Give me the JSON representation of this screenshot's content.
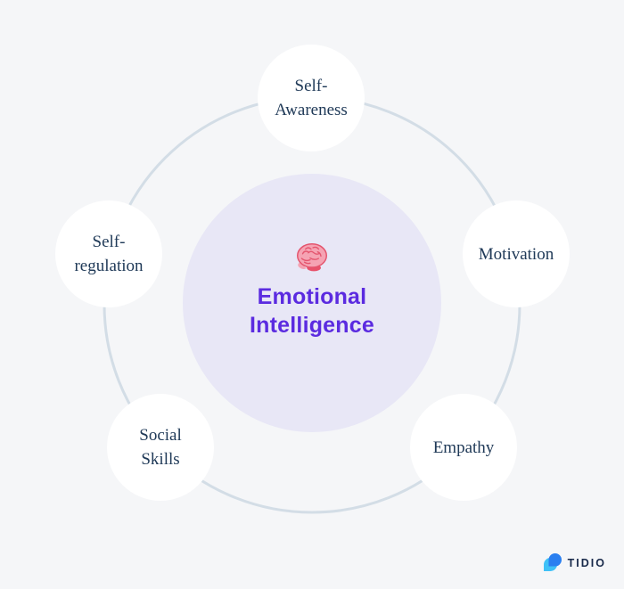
{
  "diagram": {
    "center": {
      "icon": "brain-emoji",
      "title_lines": [
        "Emotional",
        "Intelligence"
      ]
    },
    "satellites": [
      {
        "id": "self-awareness",
        "lines": [
          "Self-",
          "Awareness"
        ]
      },
      {
        "id": "motivation",
        "lines": [
          "Motivation"
        ]
      },
      {
        "id": "empathy",
        "lines": [
          "Empathy"
        ]
      },
      {
        "id": "social-skills",
        "lines": [
          "Social",
          "Skills"
        ]
      },
      {
        "id": "self-regulation",
        "lines": [
          "Self-",
          "regulation"
        ]
      }
    ]
  },
  "footer": {
    "logo_text": "TIDIO"
  },
  "colors": {
    "background": "#f5f6f8",
    "ring_stroke": "#d3dde6",
    "center_circle_fill": "#e8e7f6",
    "satellite_fill": "#ffffff",
    "center_title_text": "#5b2be0",
    "satellite_text": "#203a58",
    "logo_text": "#18294a",
    "logo_dark_blue": "#2a7ff0",
    "logo_light_blue": "#3fc1f7",
    "brain_body_pink": "#f5a3b3",
    "brain_line_pink": "#e4556e",
    "brain_base_pink": "#e8526b"
  }
}
